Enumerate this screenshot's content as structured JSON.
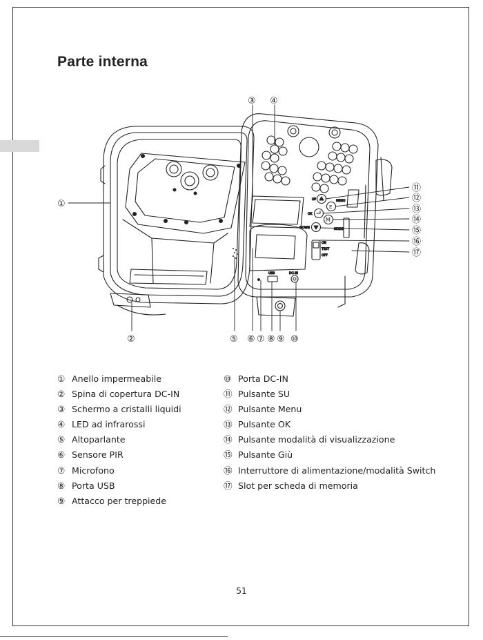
{
  "title": "Parte interna",
  "page_number": "51",
  "callouts": {
    "c1": "①",
    "c2": "②",
    "c3": "③",
    "c4": "④",
    "c5": "⑤",
    "c6": "⑥",
    "c7": "⑦",
    "c8": "⑧",
    "c9": "⑨",
    "c10": "⑩",
    "c11": "⑪",
    "c12": "⑫",
    "c13": "⑬",
    "c14": "⑭",
    "c15": "⑮",
    "c16": "⑯",
    "c17": "⑰"
  },
  "device_labels": {
    "up": "UP",
    "menu": "MENU",
    "ok": "OK",
    "mode": "MODE",
    "down": "DOWN",
    "on": "ON",
    "test": "TEST",
    "off": "OFF",
    "usb": "USB",
    "dcin": "DC-IN"
  },
  "legend_left": [
    {
      "num": "①",
      "text": "Anello impermeabile"
    },
    {
      "num": "②",
      "text": "Spina di copertura DC-IN"
    },
    {
      "num": "③",
      "text": "Schermo a cristalli liquidi"
    },
    {
      "num": "④",
      "text": "LED ad infrarossi"
    },
    {
      "num": "⑤",
      "text": "Altoparlante"
    },
    {
      "num": "⑥",
      "text": "Sensore PIR"
    },
    {
      "num": "⑦",
      "text": "Microfono"
    },
    {
      "num": "⑧",
      "text": "Porta USB"
    },
    {
      "num": "⑨",
      "text": "Attacco per treppiede"
    }
  ],
  "legend_right": [
    {
      "num": "⑩",
      "text": "Porta DC-IN"
    },
    {
      "num": "⑪",
      "text": "Pulsante SU"
    },
    {
      "num": "⑫",
      "text": "Pulsante Menu"
    },
    {
      "num": "⑬",
      "text": "Pulsante OK"
    },
    {
      "num": "⑭",
      "text": "Pulsante modalità di visualizzazione"
    },
    {
      "num": "⑮",
      "text": "Pulsante Giù"
    },
    {
      "num": "⑯",
      "text": "Interruttore di alimentazione/modalità Switch"
    },
    {
      "num": "⑰",
      "text": "Slot per scheda di memoria"
    }
  ]
}
